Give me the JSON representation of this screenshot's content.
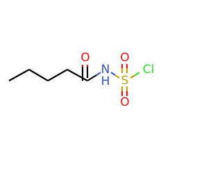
{
  "molecule": {
    "atoms": {
      "carbonyl_oxygen": "O",
      "amide_nitrogen": "N",
      "amide_hydrogen": "H",
      "sulfur": "S",
      "sulfonyl_oxygen_left": "O",
      "sulfonyl_oxygen_right": "O",
      "chlorine": "Cl"
    },
    "colors": {
      "carbon_bond": "#000000",
      "oxygen": "#ff0d0d",
      "nitrogen": "#3050f8",
      "sulfur": "#c8a000",
      "chlorine": "#1ff01f"
    }
  }
}
